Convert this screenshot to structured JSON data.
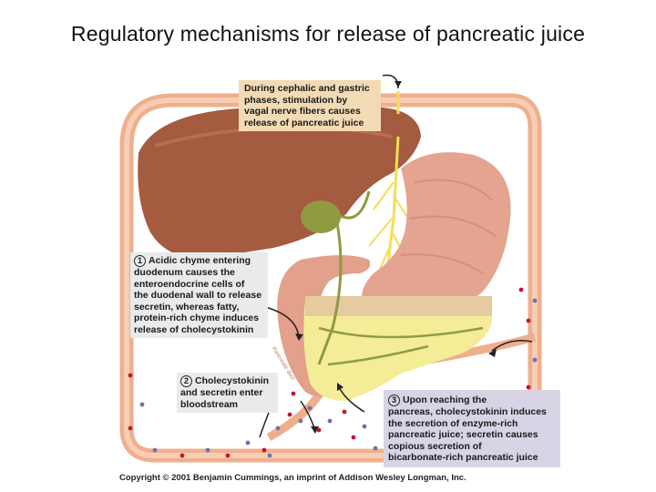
{
  "title": "Regulatory mechanisms for release of pancreatic juice",
  "callouts": {
    "vagal": {
      "lines": [
        "During cephalic and gastric",
        "phases, stimulation by",
        "vagal nerve fibers causes",
        "release of pancreatic juice"
      ]
    },
    "step1": {
      "number": "1",
      "lines": [
        "Acidic chyme entering",
        "duodenum causes the",
        "enteroendocrine cells of",
        "the duodenal wall to release",
        "secretin, whereas fatty,",
        "protein-rich chyme induces",
        "release of cholecystokinin"
      ]
    },
    "step2": {
      "number": "2",
      "lines": [
        "Cholecystokinin",
        "and secretin enter",
        "bloodstream"
      ]
    },
    "step3": {
      "number": "3",
      "lines": [
        "Upon reaching the",
        "pancreas, cholecystokinin induces",
        "the secretion of enzyme-rich",
        "pancreatic juice; secretin causes",
        "copious secretion of",
        "bicarbonate-rich pancreatic juice"
      ]
    }
  },
  "copyright": "Copyright © 2001 Benjamin Cummings, an imprint of Addison Wesley Longman, Inc.",
  "colors": {
    "vessel": "#f0b08f",
    "liver": "#a95f44",
    "stomach": "#e2a48e",
    "pancreas": "#f5ef9a",
    "nerve": "#f3e05a",
    "gallbladder": "#9aa14a",
    "red_dot": "#c4143a",
    "blue_dot": "#6e72a8"
  }
}
